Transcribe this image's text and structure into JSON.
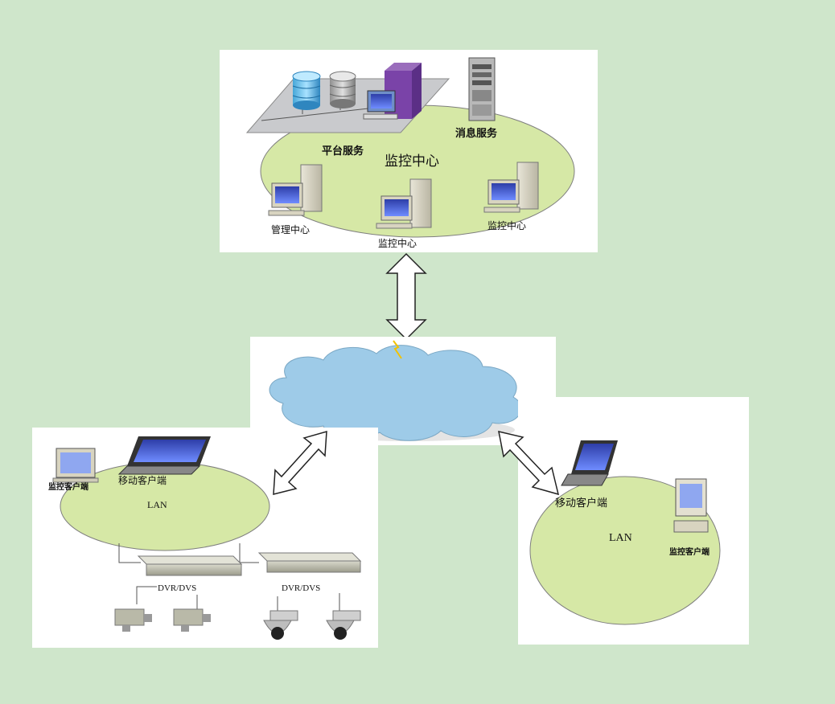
{
  "top_panel": {
    "platform_service": "平台服务",
    "message_service": "消息服务",
    "monitor_center_main": "监控中心",
    "management_center": "管理中心",
    "monitor_center_bottom": "监控中心",
    "monitor_center_right": "监控中心"
  },
  "left_panel": {
    "monitor_client": "监控客户端",
    "mobile_client": "移动客户端",
    "lan": "LAN",
    "dvr_1": "DVR/DVS",
    "dvr_2": "DVR/DVS"
  },
  "right_panel": {
    "mobile_client": "移动客户端",
    "lan": "LAN",
    "monitor_client": "监控客户端"
  },
  "colors": {
    "background": "#cfe6cb",
    "ellipse_fill": "#d6e8a6",
    "cloud_fill": "#9ecbe8",
    "platform_fill": "#c9cacd"
  }
}
